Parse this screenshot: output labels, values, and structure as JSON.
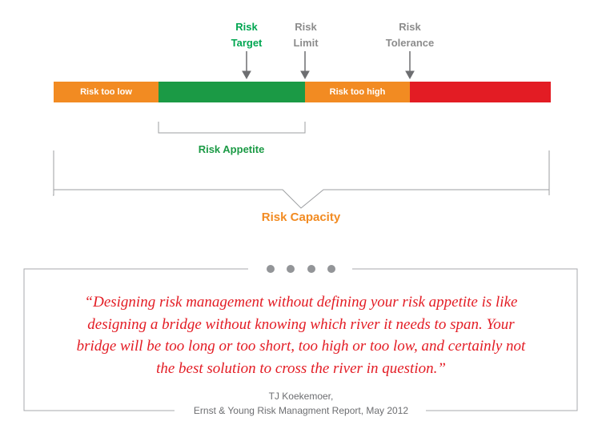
{
  "colors": {
    "orange": "#f28b22",
    "green": "#1b9a45",
    "red": "#e31c24",
    "gray": "#808285",
    "marker_target": "#00a651",
    "marker_gray": "#8c8c8c"
  },
  "markers": {
    "target": "Risk\nTarget",
    "limit": "Risk\nLimit",
    "tolerance": "Risk\nTolerance"
  },
  "bar": {
    "too_low": "Risk too low",
    "too_high": "Risk too high"
  },
  "brace": {
    "appetite": "Risk Appetite",
    "capacity": "Risk Capacity"
  },
  "quote": {
    "line1": "“Designing risk management without defining your risk appetite is like",
    "line2": "designing a bridge without knowing which river it needs to span. Your",
    "line3": "bridge will be too long or too short, too high or too low, and certainly not",
    "line4": "the best solution to cross the river in question.”"
  },
  "attribution": {
    "author": "TJ Koekemoer,",
    "source": "Ernst & Young Risk Managment Report, May 2012"
  }
}
